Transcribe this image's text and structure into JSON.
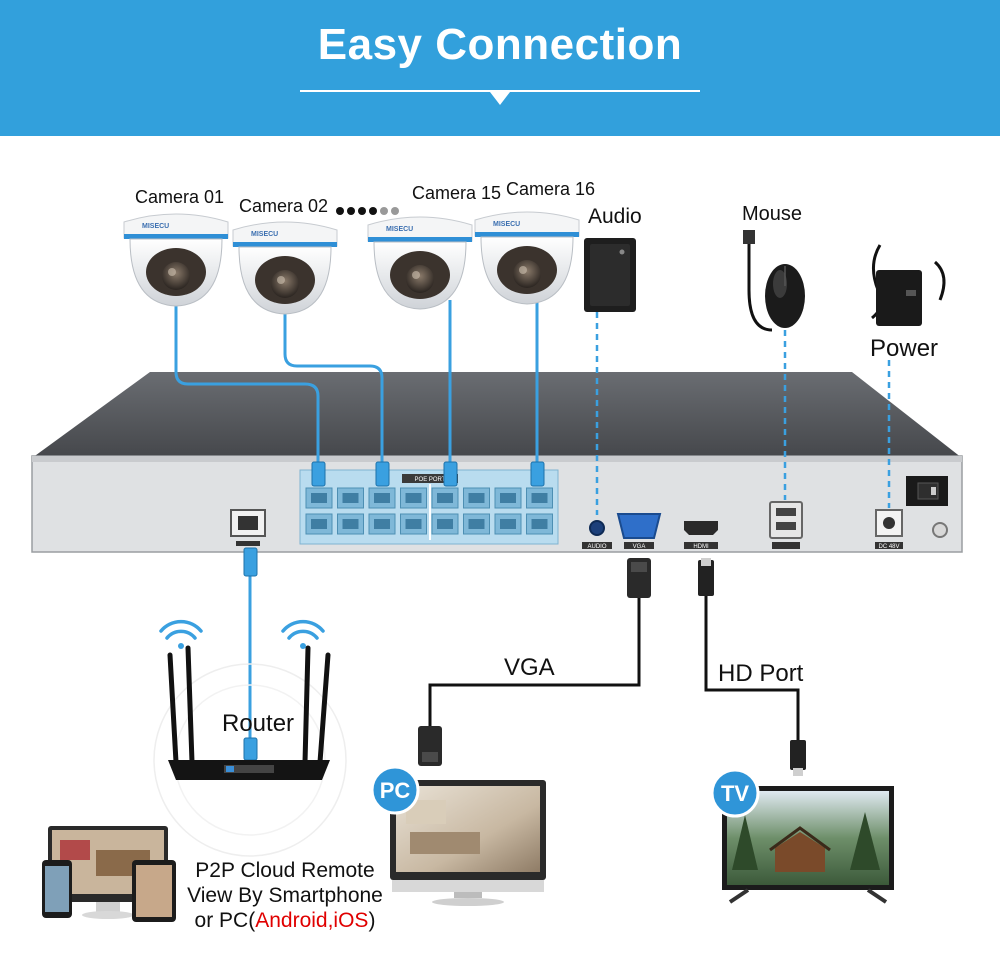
{
  "header": {
    "title": "Easy Connection"
  },
  "cameras": [
    {
      "label": "Camera 01"
    },
    {
      "label": "Camera 02"
    },
    {
      "label": "Camera 15"
    },
    {
      "label": "Camera 16"
    }
  ],
  "devices": {
    "audio": "Audio",
    "mouse": "Mouse",
    "power": "Power",
    "router": "Router",
    "vga": "VGA",
    "hd_port": "HD Port",
    "pc_badge": "PC",
    "tv_badge": "TV"
  },
  "nvr_ports": {
    "poe": "POE PORT",
    "audio": "AUDIO",
    "vga": "VGA",
    "hdmi": "HDMI",
    "dc": "DC 48V"
  },
  "p2p": {
    "line1": "P2P Cloud Remote",
    "line2": "View By Smartphone",
    "line3_prefix": "or PC(",
    "line3_highlight": "Android,iOS",
    "line3_suffix": ")"
  },
  "colors": {
    "banner": "#32a0dc",
    "cable": "#3aa0e0",
    "badge": "#2f95d8",
    "nvr_top": "#54575c",
    "nvr_front": "#dfe1e3",
    "poe_panel": "#b9dcef",
    "highlight": "#e00000"
  }
}
